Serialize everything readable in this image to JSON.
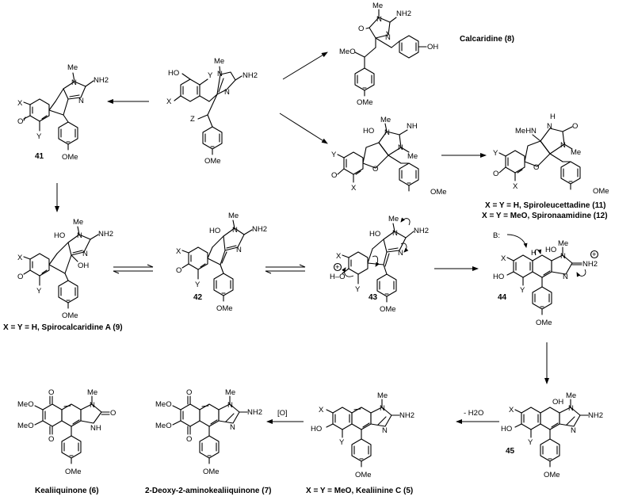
{
  "compounds": {
    "precursor": {
      "atoms": {
        "ho": "HO",
        "y": "Y",
        "x": "X",
        "me": "Me",
        "n1": "N",
        "n2": "N",
        "nh2": "NH2",
        "z": "Z",
        "ome": "OMe"
      }
    },
    "c41": {
      "label": "41",
      "atoms": {
        "me": "Me",
        "n1": "N",
        "n2": "N",
        "nh2": "NH2",
        "x": "X",
        "o": "O",
        "y": "Y",
        "ome": "OMe"
      }
    },
    "calcaridine": {
      "name": "Calcaridine (8)",
      "atoms": {
        "me": "Me",
        "n1": "N",
        "n2": "N",
        "nh2": "NH2",
        "o": "O",
        "oh": "OH",
        "meo": "MeO",
        "ome": "OMe"
      }
    },
    "spiroint": {
      "atoms": {
        "me1": "Me",
        "ho": "HO",
        "n1": "N",
        "n2": "N",
        "nh": "NH",
        "me2": "Me",
        "y": "Y",
        "o": "O",
        "ofur": "O",
        "x": "X",
        "ome": "OMe"
      }
    },
    "spiroleucettadine": {
      "name1": "X = Y = H, Spiroleucettadine (11)",
      "name2": "X = Y = MeO, Spironaamidine (12)",
      "atoms": {
        "mehn": "MeHN",
        "h": "H",
        "n1": "N",
        "o1": "O",
        "n2": "N",
        "me": "Me",
        "y": "Y",
        "o": "O",
        "ofur": "O",
        "x": "X",
        "ome": "OMe"
      }
    },
    "spirocalcaridine": {
      "name": "X = Y = H, Spirocalcaridine A (9)",
      "atoms": {
        "ho": "HO",
        "me": "Me",
        "n1": "N",
        "nh2": "NH2",
        "n2": "N",
        "oh": "OH",
        "x": "X",
        "o": "O",
        "y": "Y",
        "ome": "OMe"
      }
    },
    "c42": {
      "label": "42",
      "atoms": {
        "ho": "HO",
        "me": "Me",
        "n1": "N",
        "nh2": "NH2",
        "n2": "N",
        "x": "X",
        "o": "O",
        "y": "Y",
        "ome": "OMe"
      }
    },
    "c43": {
      "label": "43",
      "atoms": {
        "ho": "HO",
        "me": "Me",
        "n1": "N",
        "nh2": "NH2",
        "n2": "N",
        "x": "X",
        "ho2": "H–O",
        "plus": "+",
        "y": "Y",
        "ome": "OMe"
      }
    },
    "c44": {
      "label": "44",
      "atoms": {
        "b": "B:",
        "h": "H",
        "ho": "HO",
        "me": "Me",
        "n1": "N",
        "nh2": "NH2",
        "plus": "+",
        "n2": "N",
        "x": "X",
        "ho2": "HO",
        "y": "Y",
        "ome": "OMe"
      }
    },
    "c45": {
      "label": "45",
      "atoms": {
        "oh": "OH",
        "me": "Me",
        "n1": "N",
        "nh2": "NH2",
        "n2": "N",
        "x": "X",
        "ho": "HO",
        "y": "Y",
        "ome": "OMe"
      }
    },
    "kealiinine": {
      "name": "X = Y = MeO, Kealiinine C (5)",
      "atoms": {
        "x": "X",
        "me": "Me",
        "n1": "N",
        "nh2": "NH2",
        "n2": "N",
        "ho": "HO",
        "y": "Y",
        "ome": "OMe"
      }
    },
    "aminokealiiquinone": {
      "name": "2-Deoxy-2-aminokealiiquinone (7)",
      "atoms": {
        "o1": "O",
        "o2": "O",
        "meo1": "MeO",
        "meo2": "MeO",
        "me": "Me",
        "n1": "N",
        "n2": "N",
        "nh2": "NH2",
        "ome": "OMe"
      }
    },
    "kealiiquinone": {
      "name": "Kealiiquinone (6)",
      "atoms": {
        "o1": "O",
        "o2": "O",
        "meo1": "MeO",
        "meo2": "MeO",
        "me": "Me",
        "n1": "N",
        "o3": "O",
        "nh": "NH",
        "ome": "OMe"
      }
    }
  },
  "reagents": {
    "dehydration": "- H2O",
    "oxidation": "[O]"
  }
}
